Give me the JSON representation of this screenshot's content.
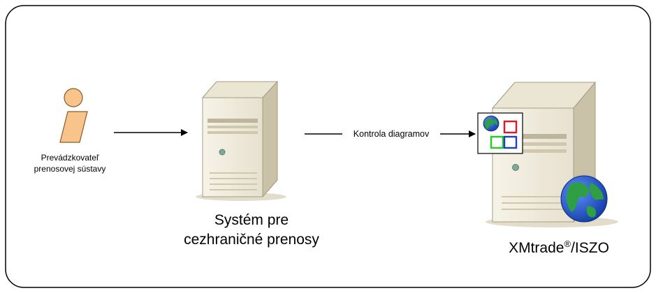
{
  "diagram": {
    "actor": {
      "label_line1": "Prevádzkovateľ",
      "label_line2": "prenosovej sústavy",
      "icon": "person-icon"
    },
    "source_system": {
      "label_line1": "Systém pre",
      "label_line2": "cezhraničné prenosy",
      "icon": "server-icon"
    },
    "target_system": {
      "label_main": "XMtrade",
      "label_sup": "®",
      "label_tail": "/ISZO",
      "icon": "server-globe-icon"
    },
    "connection": {
      "label": "Kontrola diagramov",
      "badge_icon": "diagram-badge-icon"
    },
    "colors": {
      "frame": "#000000",
      "person_fill": "#f9c48c",
      "server_light": "#f3f0e4",
      "server_mid": "#ddd8c6",
      "server_dark": "#c5bea5",
      "globe_ocean": "#1f5fd8",
      "globe_land": "#2ea043",
      "badge_red": "#e01b24",
      "badge_green": "#22cc22",
      "badge_blue": "#1d3fd1"
    }
  }
}
